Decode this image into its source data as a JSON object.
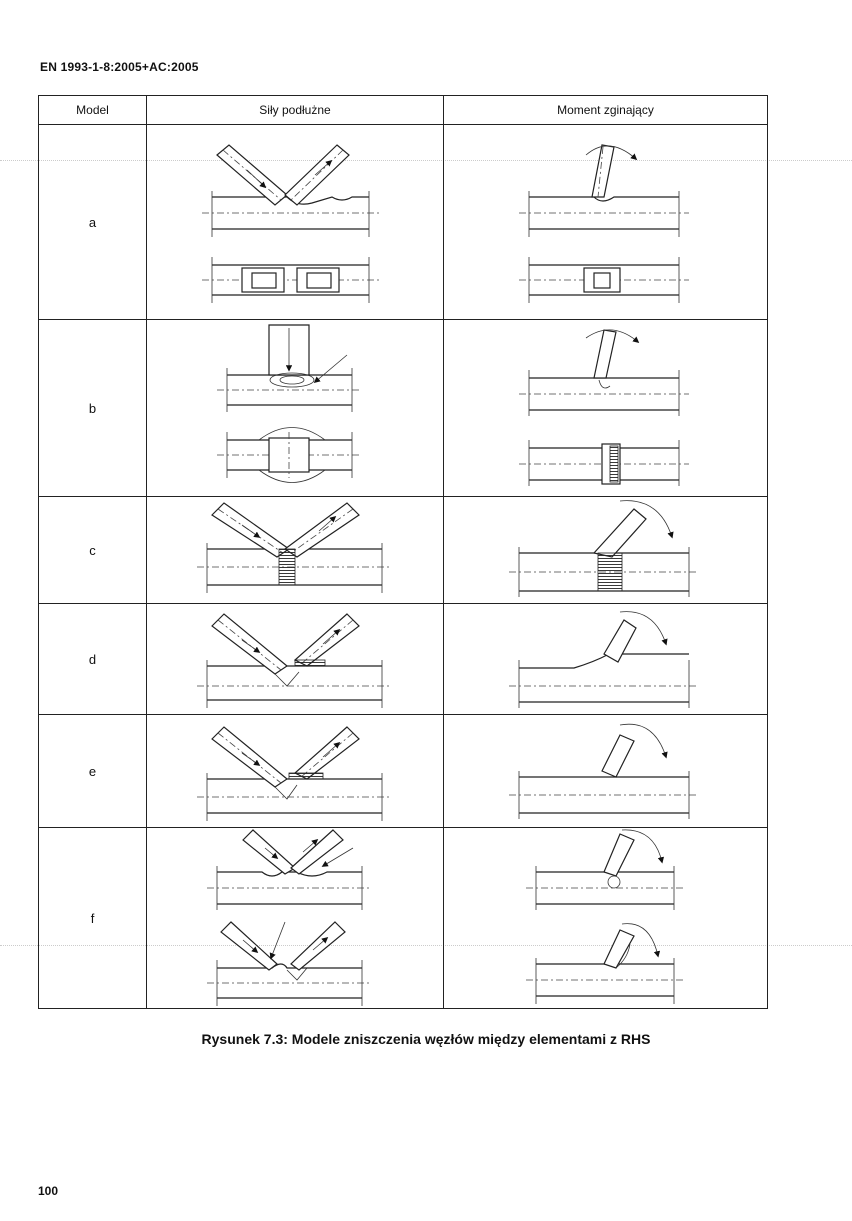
{
  "document": {
    "header_code": "EN 1993-1-8:2005+AC:2005",
    "page_number": "100",
    "caption": "Rysunek 7.3: Modele zniszczenia węzłów między elementami z RHS"
  },
  "table": {
    "columns": [
      "Model",
      "Siły podłużne",
      "Moment zginający"
    ],
    "rows": [
      {
        "model": "a"
      },
      {
        "model": "b"
      },
      {
        "model": "c"
      },
      {
        "model": "d"
      },
      {
        "model": "e"
      },
      {
        "model": "f"
      }
    ]
  }
}
